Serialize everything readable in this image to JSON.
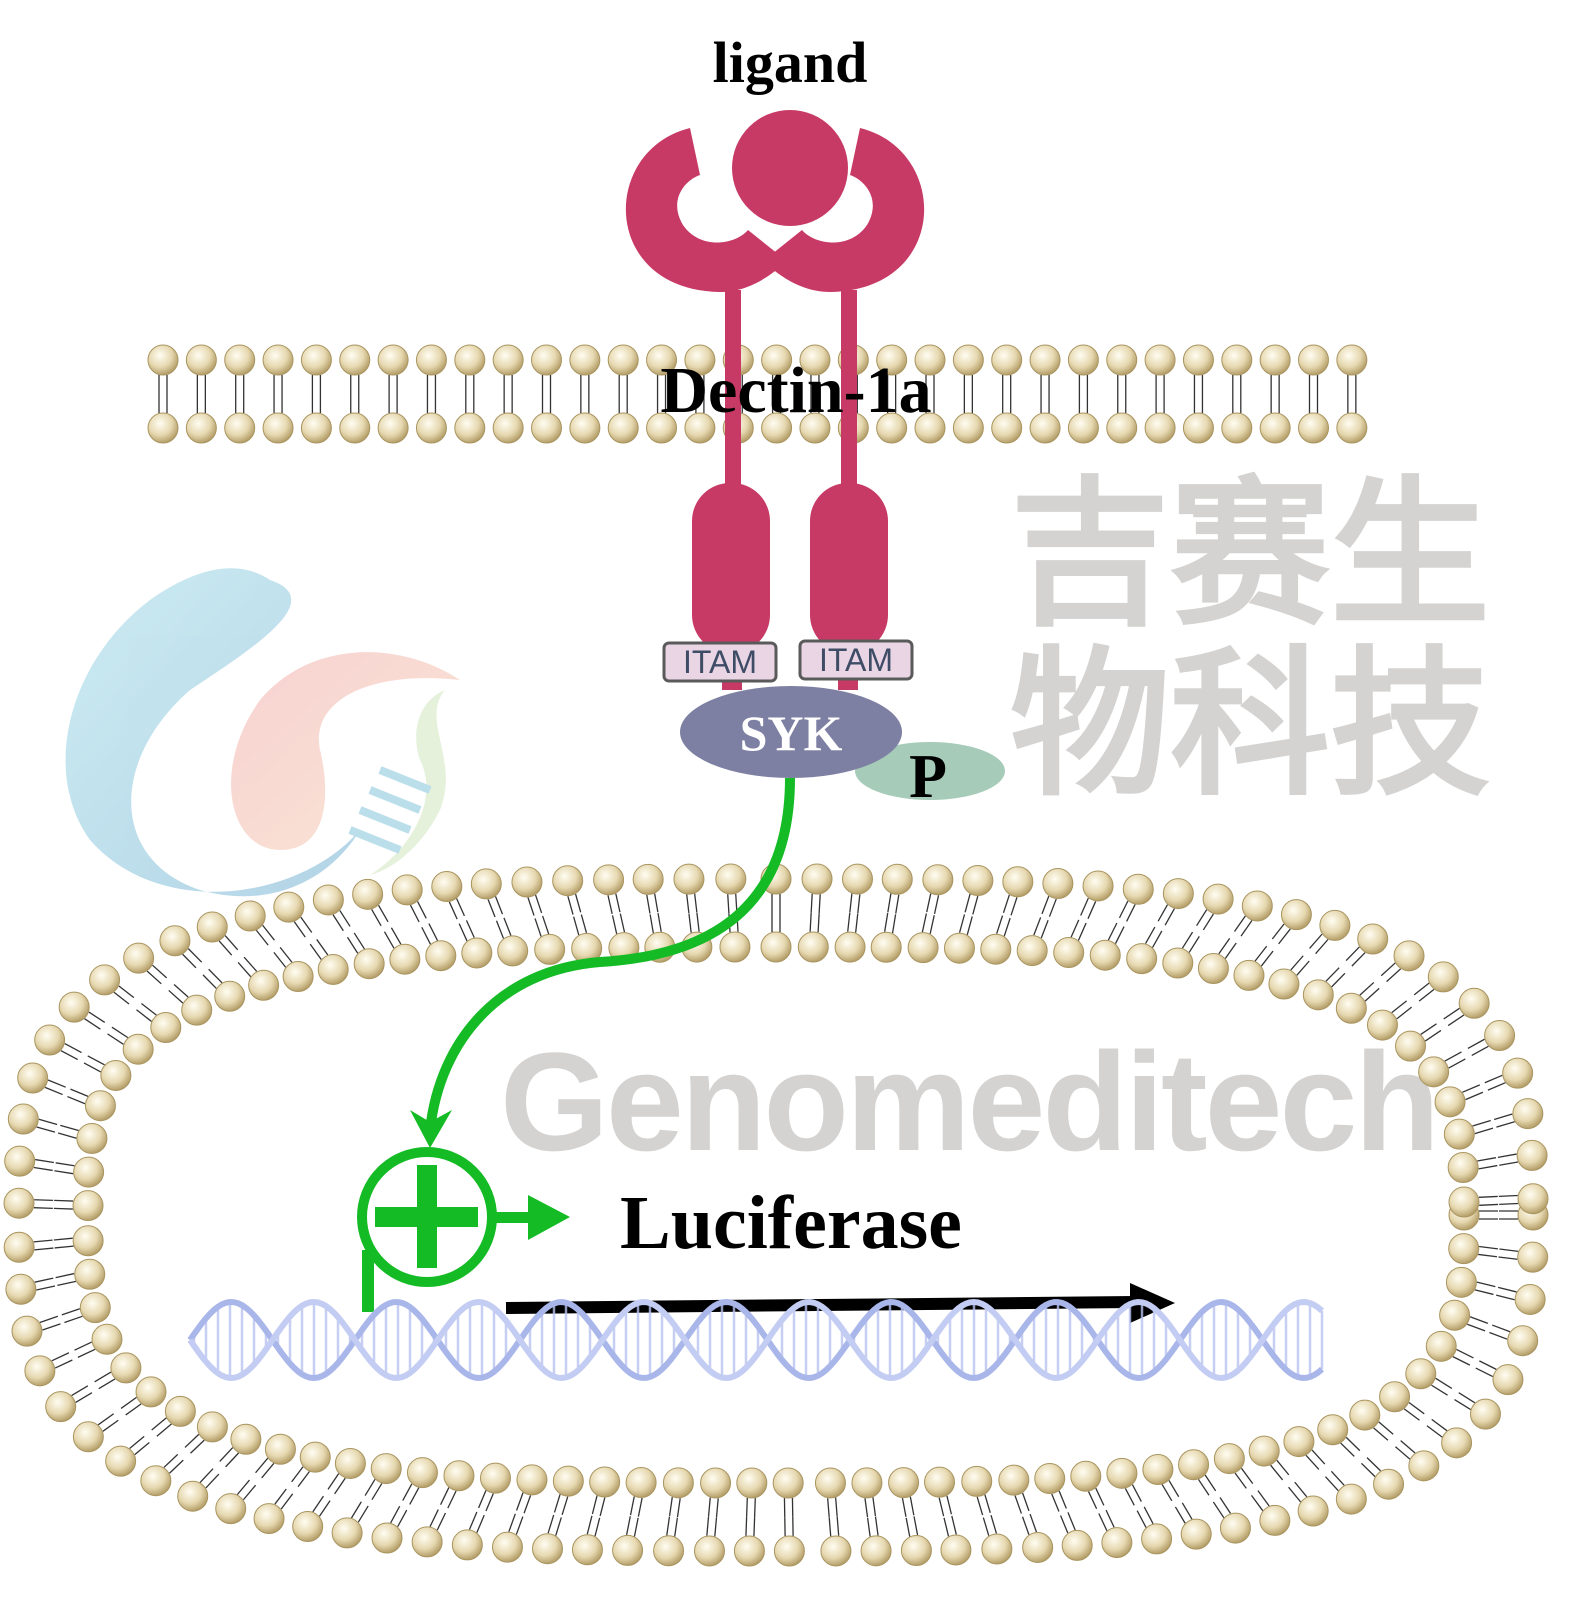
{
  "labels": {
    "ligand": "ligand",
    "receptor": "Dectin-1a",
    "itam_left": "ITAM",
    "itam_right": "ITAM",
    "kinase": "SYK",
    "phospho": "P",
    "reporter": "Luciferase"
  },
  "watermark": {
    "chinese": "吉赛生物科技",
    "english": "Genomeditech"
  },
  "colors": {
    "receptor": "#c83a66",
    "syk": "#7e80a3",
    "phospho": "#a6cbb8",
    "itam_fill": "#ead5e4",
    "signal": "#14bb25",
    "lipid_head": "#d8c69a",
    "dna": "#a9b6ea",
    "watermark": "#d4d3d2"
  }
}
